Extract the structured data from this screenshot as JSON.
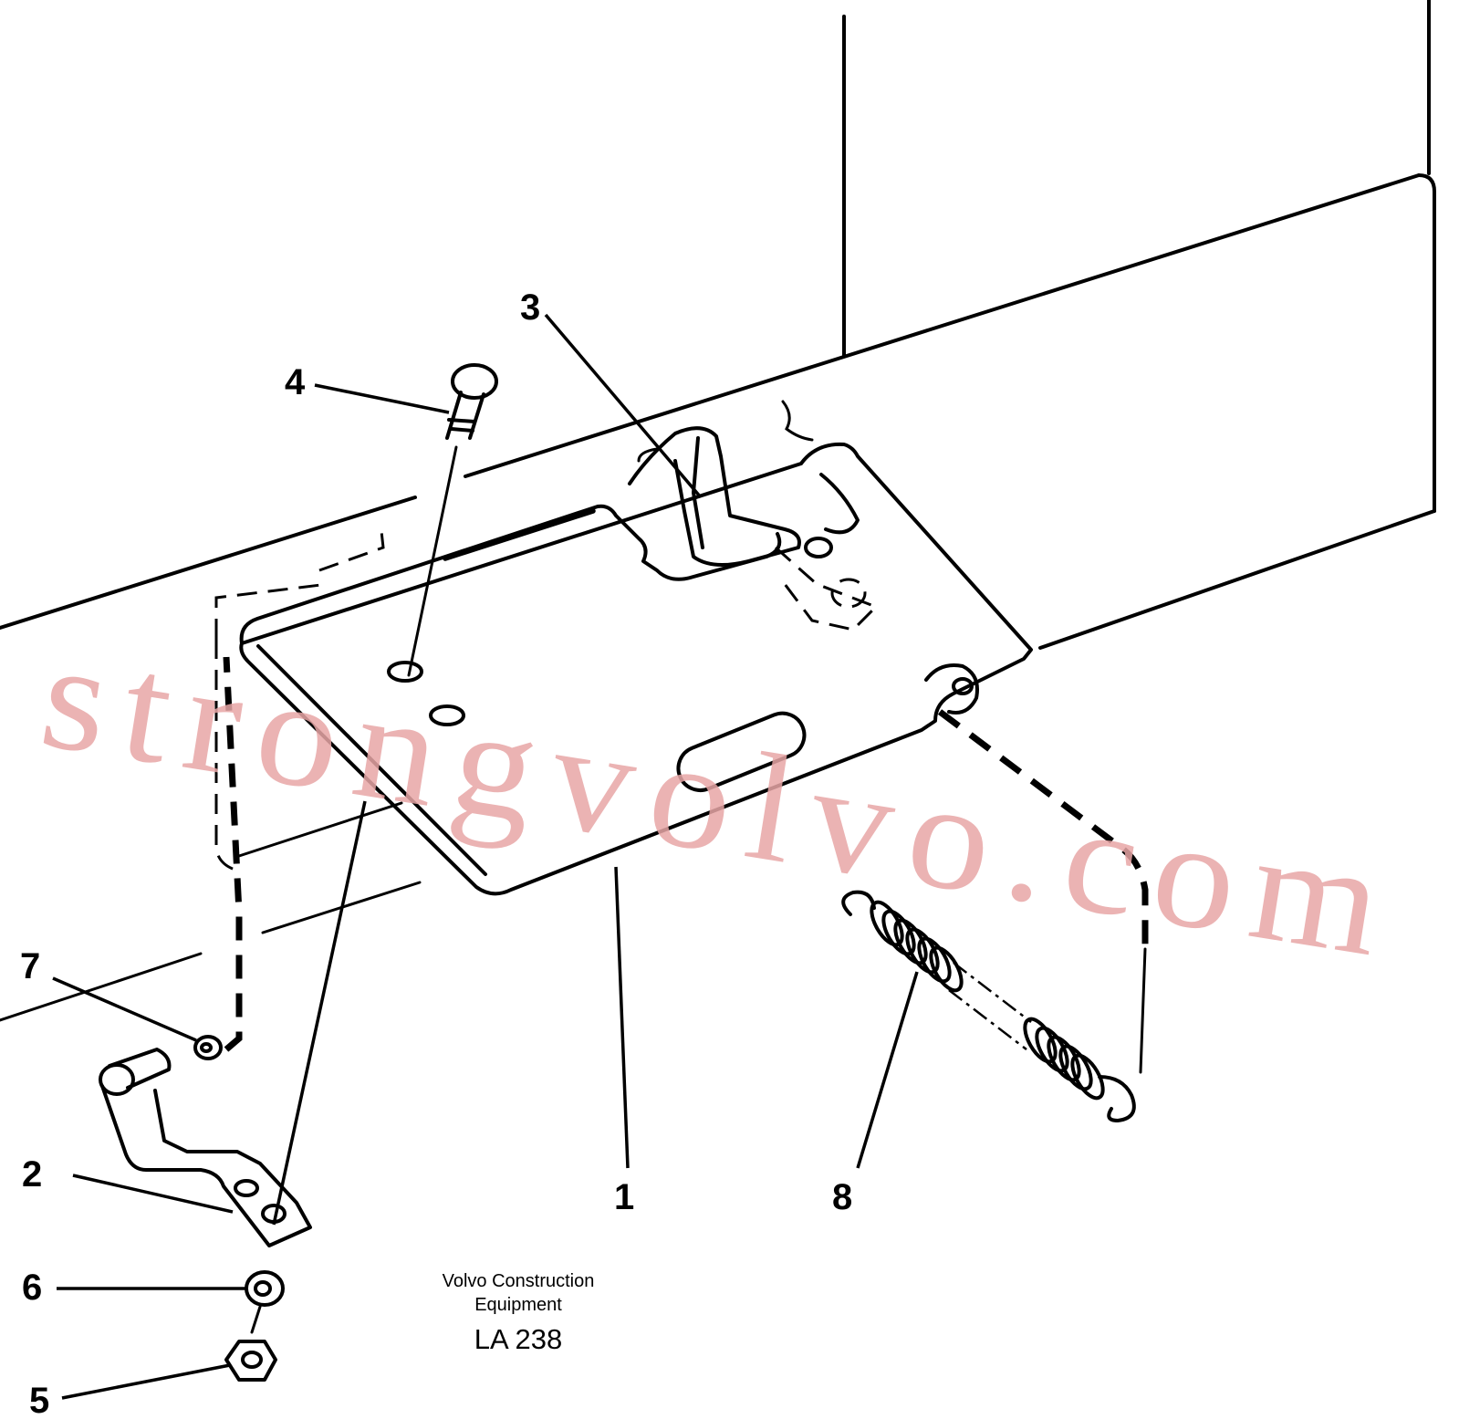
{
  "callouts": [
    {
      "id": "1",
      "label": "1"
    },
    {
      "id": "2",
      "label": "2"
    },
    {
      "id": "3",
      "label": "3"
    },
    {
      "id": "4",
      "label": "4"
    },
    {
      "id": "5",
      "label": "5"
    },
    {
      "id": "6",
      "label": "6"
    },
    {
      "id": "7",
      "label": "7"
    },
    {
      "id": "8",
      "label": "8"
    }
  ],
  "caption": {
    "line1": "Volvo Construction",
    "line2": "Equipment",
    "code": "LA 238"
  },
  "watermark": {
    "text": "strongvolvo.com",
    "color": "#e8a6a6"
  }
}
